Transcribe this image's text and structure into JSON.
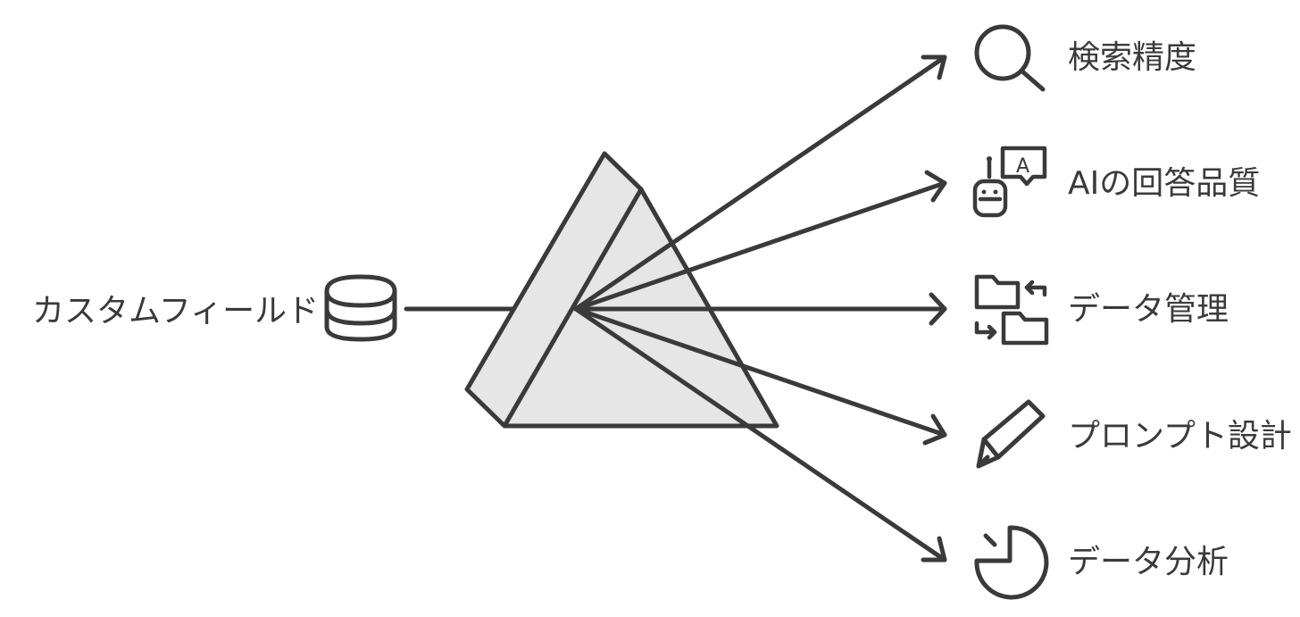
{
  "diagram": {
    "source": {
      "label": "カスタムフィールド",
      "icon": "database-icon"
    },
    "prism": {
      "fill_color": "#e6e6e6",
      "stroke_color": "#3a3a3a"
    },
    "outputs": [
      {
        "label": "検索精度",
        "icon": "magnifier-icon"
      },
      {
        "label": "AIの回答品質",
        "icon": "robot-chat-icon"
      },
      {
        "label": "データ管理",
        "icon": "folders-transfer-icon"
      },
      {
        "label": "プロンプト設計",
        "icon": "pencil-icon"
      },
      {
        "label": "データ分析",
        "icon": "pie-chart-icon"
      }
    ]
  }
}
